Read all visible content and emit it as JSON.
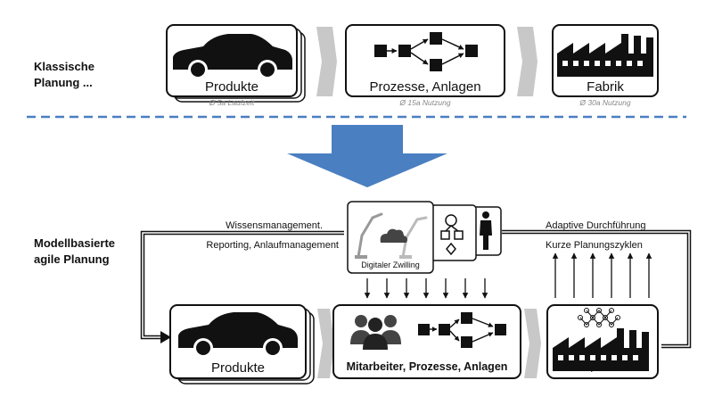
{
  "classic": {
    "label_line1": "Klassische",
    "label_line2": "Planung ...",
    "products": {
      "title": "Produkte",
      "note": "Ø 5a Laufzeit"
    },
    "processes": {
      "title": "Prozesse, Anlagen",
      "note": "Ø 15a Nutzung"
    },
    "factory": {
      "title": "Fabrik",
      "note": "Ø 30a Nutzung"
    }
  },
  "agile": {
    "label_line1": "Modellbasierte",
    "label_line2": "agile Planung",
    "products": {
      "title": "Produkte"
    },
    "processes": {
      "title": "Mitarbeiter, Prozesse, Anlagen"
    },
    "factory": {
      "title": "Fabrik, Prod.Netz"
    },
    "twin": {
      "title": "Digitaler Zwilling"
    },
    "left_note_line1": "Wissensmanagement.",
    "left_note_line2": "Reporting, Anlaufmanagement",
    "right_note_line1": "Adaptive Durchführung",
    "right_note_line2": "Kurze Planungszyklen"
  },
  "colors": {
    "divider": "#4a7fc1",
    "big_arrow": "#4a7fc1",
    "chevron": "#c8c8c8",
    "icon": "#111111"
  },
  "icons": [
    "car-icon",
    "process-flow-icon",
    "factory-icon",
    "team-icon",
    "robot-icon",
    "cloud-icon",
    "person-icon",
    "network-icon"
  ]
}
